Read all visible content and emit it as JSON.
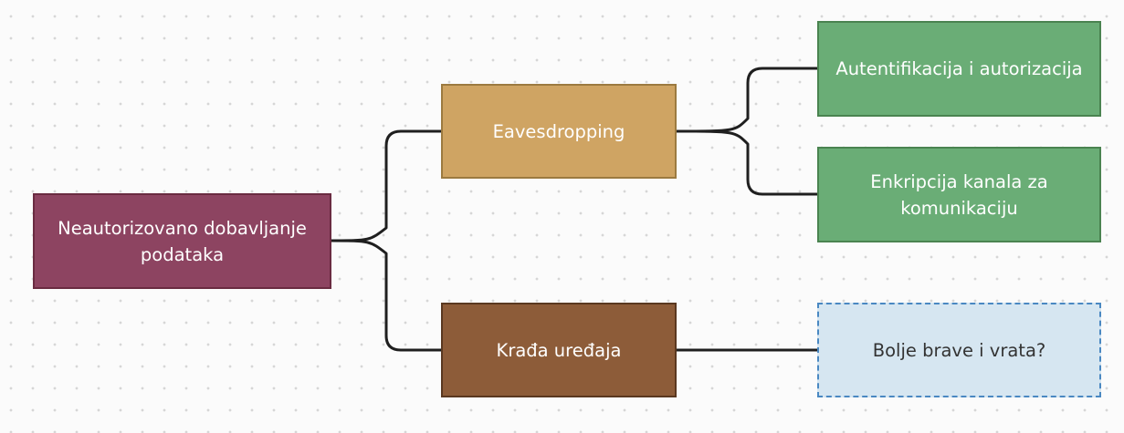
{
  "colors": {
    "root_fill": "#8d4461",
    "eavesdropping_fill": "#cfa463",
    "theft_fill": "#8d5c39",
    "countermeasure_fill": "#6aad76",
    "suggestion_fill": "#d6e6f1",
    "suggestion_text": "#333333",
    "node_text": "#ffffff",
    "connector": "#1f1f1f"
  },
  "nodes": {
    "root": {
      "label": "Neautorizovano dobavljanje podataka"
    },
    "eavesdropping": {
      "label": "Eavesdropping"
    },
    "device_theft": {
      "label": "Krađa uređaja"
    },
    "authentication": {
      "label": "Autentifikacija i autorizacija"
    },
    "encryption": {
      "label": "Enkripcija kanala za komunikaciju"
    },
    "locks": {
      "label": "Bolje brave i vrata?"
    }
  },
  "edges": [
    {
      "from": "root",
      "to": "eavesdropping"
    },
    {
      "from": "root",
      "to": "device_theft"
    },
    {
      "from": "eavesdropping",
      "to": "authentication"
    },
    {
      "from": "eavesdropping",
      "to": "encryption"
    },
    {
      "from": "device_theft",
      "to": "locks"
    }
  ]
}
